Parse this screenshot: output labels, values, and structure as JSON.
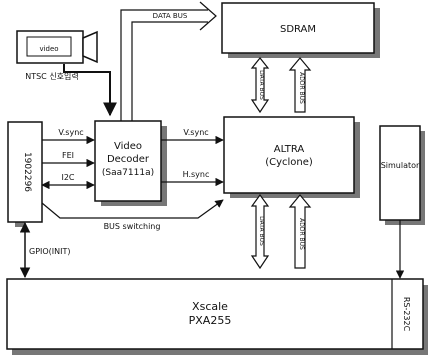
{
  "blocks": {
    "video": "video",
    "ntsc": "NTSC 신호입력",
    "decoder_line1": "Video",
    "decoder_line2": "Decoder",
    "decoder_line3": "(Saa7111a)",
    "sdram": "SDRAM",
    "altra_line1": "ALTRA",
    "altra_line2": "(Cyclone)",
    "simulator": "Simulator",
    "left_chip": "1902296",
    "xscale_line1": "Xscale",
    "xscale_line2": "PXA255",
    "rs232": "RS-232C"
  },
  "signals": {
    "data_bus_top": "DATA BUS",
    "vsync_left": "V.sync",
    "fei": "FEI",
    "i2c": "I2C",
    "vsync_right": "V.sync",
    "hsync": "H.sync",
    "bus_switching": "BUS switching",
    "gpio": "GPIO(INIT)",
    "data_bus_sdram": "DATA BUS",
    "addr_bus_sdram": "ADDR BUS",
    "data_bus_pxa": "DATA BUS",
    "addr_bus_pxa": "ADDR BUS"
  }
}
